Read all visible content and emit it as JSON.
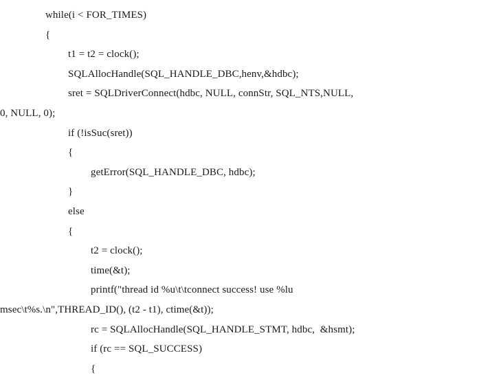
{
  "code": {
    "lines": [
      {
        "indent": 66,
        "text": "while(i < FOR_TIMES)"
      },
      {
        "indent": 66,
        "text": "{"
      },
      {
        "indent": 99,
        "text": "t1 = t2 = clock();"
      },
      {
        "indent": 99,
        "text": "SQLAllocHandle(SQL_HANDLE_DBC,henv,&hdbc);"
      },
      {
        "indent": 99,
        "text": "sret = SQLDriverConnect(hdbc, NULL, connStr, SQL_NTS,NULL,"
      },
      {
        "indent": 0,
        "text": "0, NULL, 0);"
      },
      {
        "indent": 99,
        "text": "if (!isSuc(sret))"
      },
      {
        "indent": 99,
        "text": "{"
      },
      {
        "indent": 132,
        "text": "getError(SQL_HANDLE_DBC, hdbc);"
      },
      {
        "indent": 99,
        "text": "}"
      },
      {
        "indent": 99,
        "text": "else"
      },
      {
        "indent": 99,
        "text": "{"
      },
      {
        "indent": 132,
        "text": "t2 = clock();"
      },
      {
        "indent": 132,
        "text": "time(&t);"
      },
      {
        "indent": 132,
        "text": "printf(\"thread id %u\\t\\tconnect success! use %lu"
      },
      {
        "indent": 0,
        "text": "msec\\t%s.\\n\",THREAD_ID(), (t2 - t1), ctime(&t));"
      },
      {
        "indent": 132,
        "text": "rc = SQLAllocHandle(SQL_HANDLE_STMT, hdbc,  &hsmt);"
      },
      {
        "indent": 132,
        "text": "if (rc == SQL_SUCCESS)"
      },
      {
        "indent": 132,
        "text": "{"
      }
    ]
  }
}
